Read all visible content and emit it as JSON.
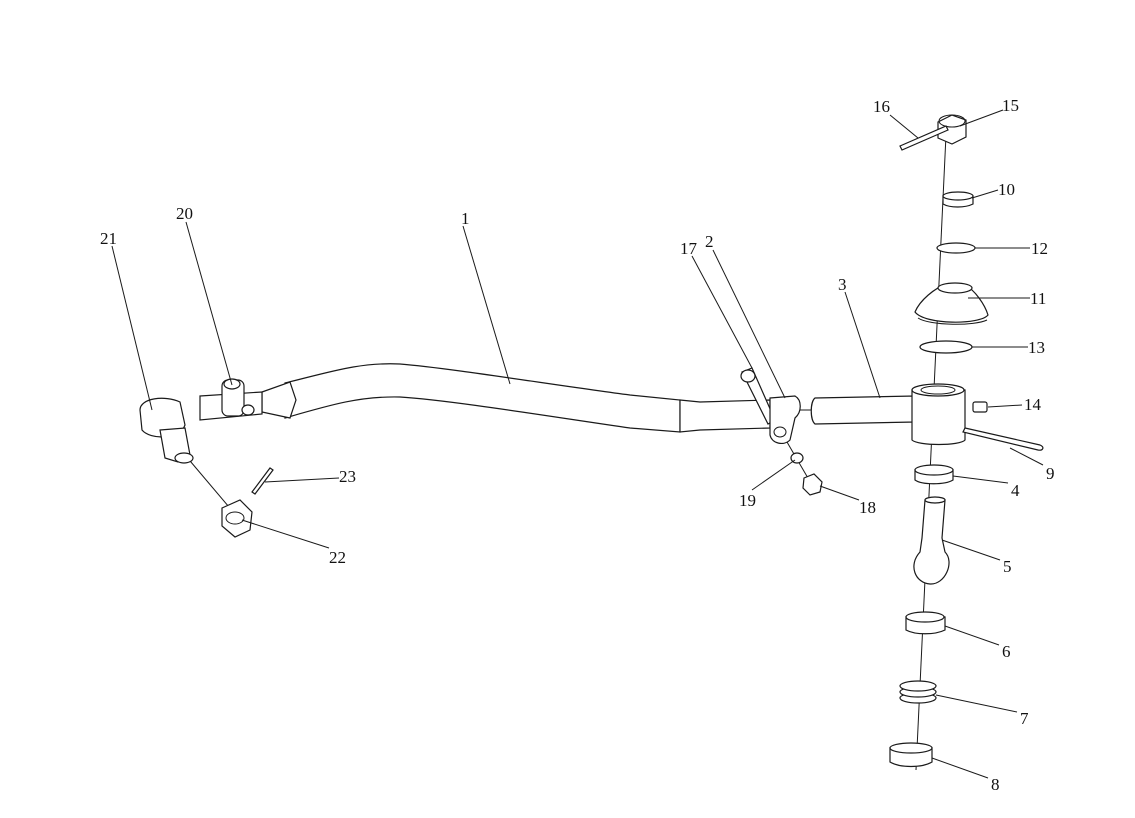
{
  "diagram": {
    "callouts": [
      "1",
      "2",
      "3",
      "4",
      "5",
      "6",
      "7",
      "8",
      "9",
      "10",
      "11",
      "12",
      "13",
      "14",
      "15",
      "16",
      "17",
      "18",
      "19",
      "20",
      "21",
      "22",
      "23"
    ],
    "colors": {
      "line": "#1a1a1a",
      "background": "#ffffff"
    }
  }
}
